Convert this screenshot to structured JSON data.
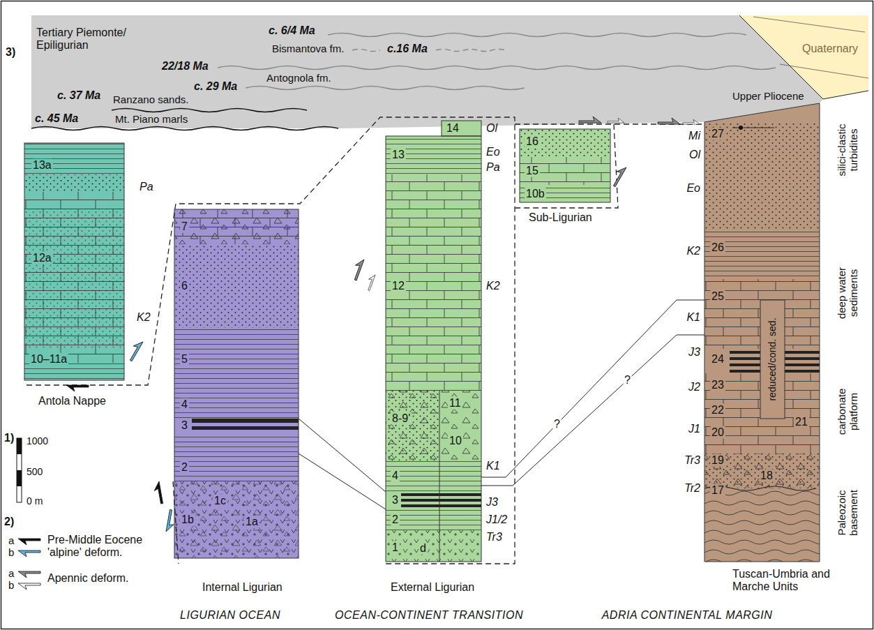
{
  "diagram": {
    "nodes": [
      {
        "text": [
          "Tertiary Piemonte/ Epiligurian",
          "c. 6/4 Ma",
          "Bismantova fm.",
          "c.16 Ma",
          "22/18 Ma",
          "Antognola fm.",
          "c. 37 Ma",
          "c. 29 Ma",
          "Ranzano sands.",
          "c. 45 Ma",
          "Mt. Piano marls",
          "Upper Pliocene"
        ]
      },
      {
        "text": [
          "Antola Nappe",
          "13a",
          "12a",
          "10–11a"
        ]
      },
      {
        "text": [
          "Internal Ligurian",
          "7",
          "6",
          "5",
          "4",
          "3",
          "2",
          "1b",
          "1c",
          "1a"
        ]
      },
      {
        "text": [
          "External Ligurian",
          "14",
          "13",
          "12",
          "11",
          "8-9'",
          "10",
          "4",
          "3",
          "2",
          "1",
          "d"
        ]
      },
      {
        "text": [
          "Sub-Ligurian",
          "16",
          "15",
          "10b"
        ]
      },
      {
        "text": [
          "Tuscan-Umbria and Marche Units",
          "27",
          "26",
          "25",
          "24",
          "23",
          "22",
          "21",
          "20",
          "19",
          "18",
          "17",
          "reduced/cond. sed."
        ]
      }
    ],
    "edges": [
      {
        "from": 2,
        "to": 3,
        "arrow": "none"
      },
      {
        "from": 2,
        "to": 3,
        "arrow": "none"
      },
      {
        "from": 3,
        "to": 5,
        "label": "?",
        "arrow": "none"
      },
      {
        "from": 3,
        "to": 5,
        "label": "?",
        "arrow": "none"
      }
    ],
    "labels": [
      "3)",
      "Quaternary",
      "Pa",
      "K2",
      "Ol",
      "Eo",
      "Pa",
      "K2",
      "K1",
      "J3",
      "J1/2",
      "Tr3",
      "Mi",
      "Ol",
      "Eo",
      "K2",
      "K1",
      "J3",
      "J2",
      "J1",
      "Tr3",
      "Tr2",
      "silici-clastic turbidites",
      "deep water sediments",
      "carbonate platform",
      "Paleozoic basement",
      "1)",
      "1000",
      "500",
      "0 m",
      "2)",
      "a",
      "b",
      "a",
      "b",
      "LIGURIAN OCEAN",
      "OCEAN-CONTINENT TRANSITION",
      "ADRIA CONTINENTAL MARGIN"
    ],
    "legend": [
      {
        "text": "Pre-Middle Eocene 'alpine' deform."
      },
      {
        "text": "Apennic deform."
      }
    ]
  }
}
